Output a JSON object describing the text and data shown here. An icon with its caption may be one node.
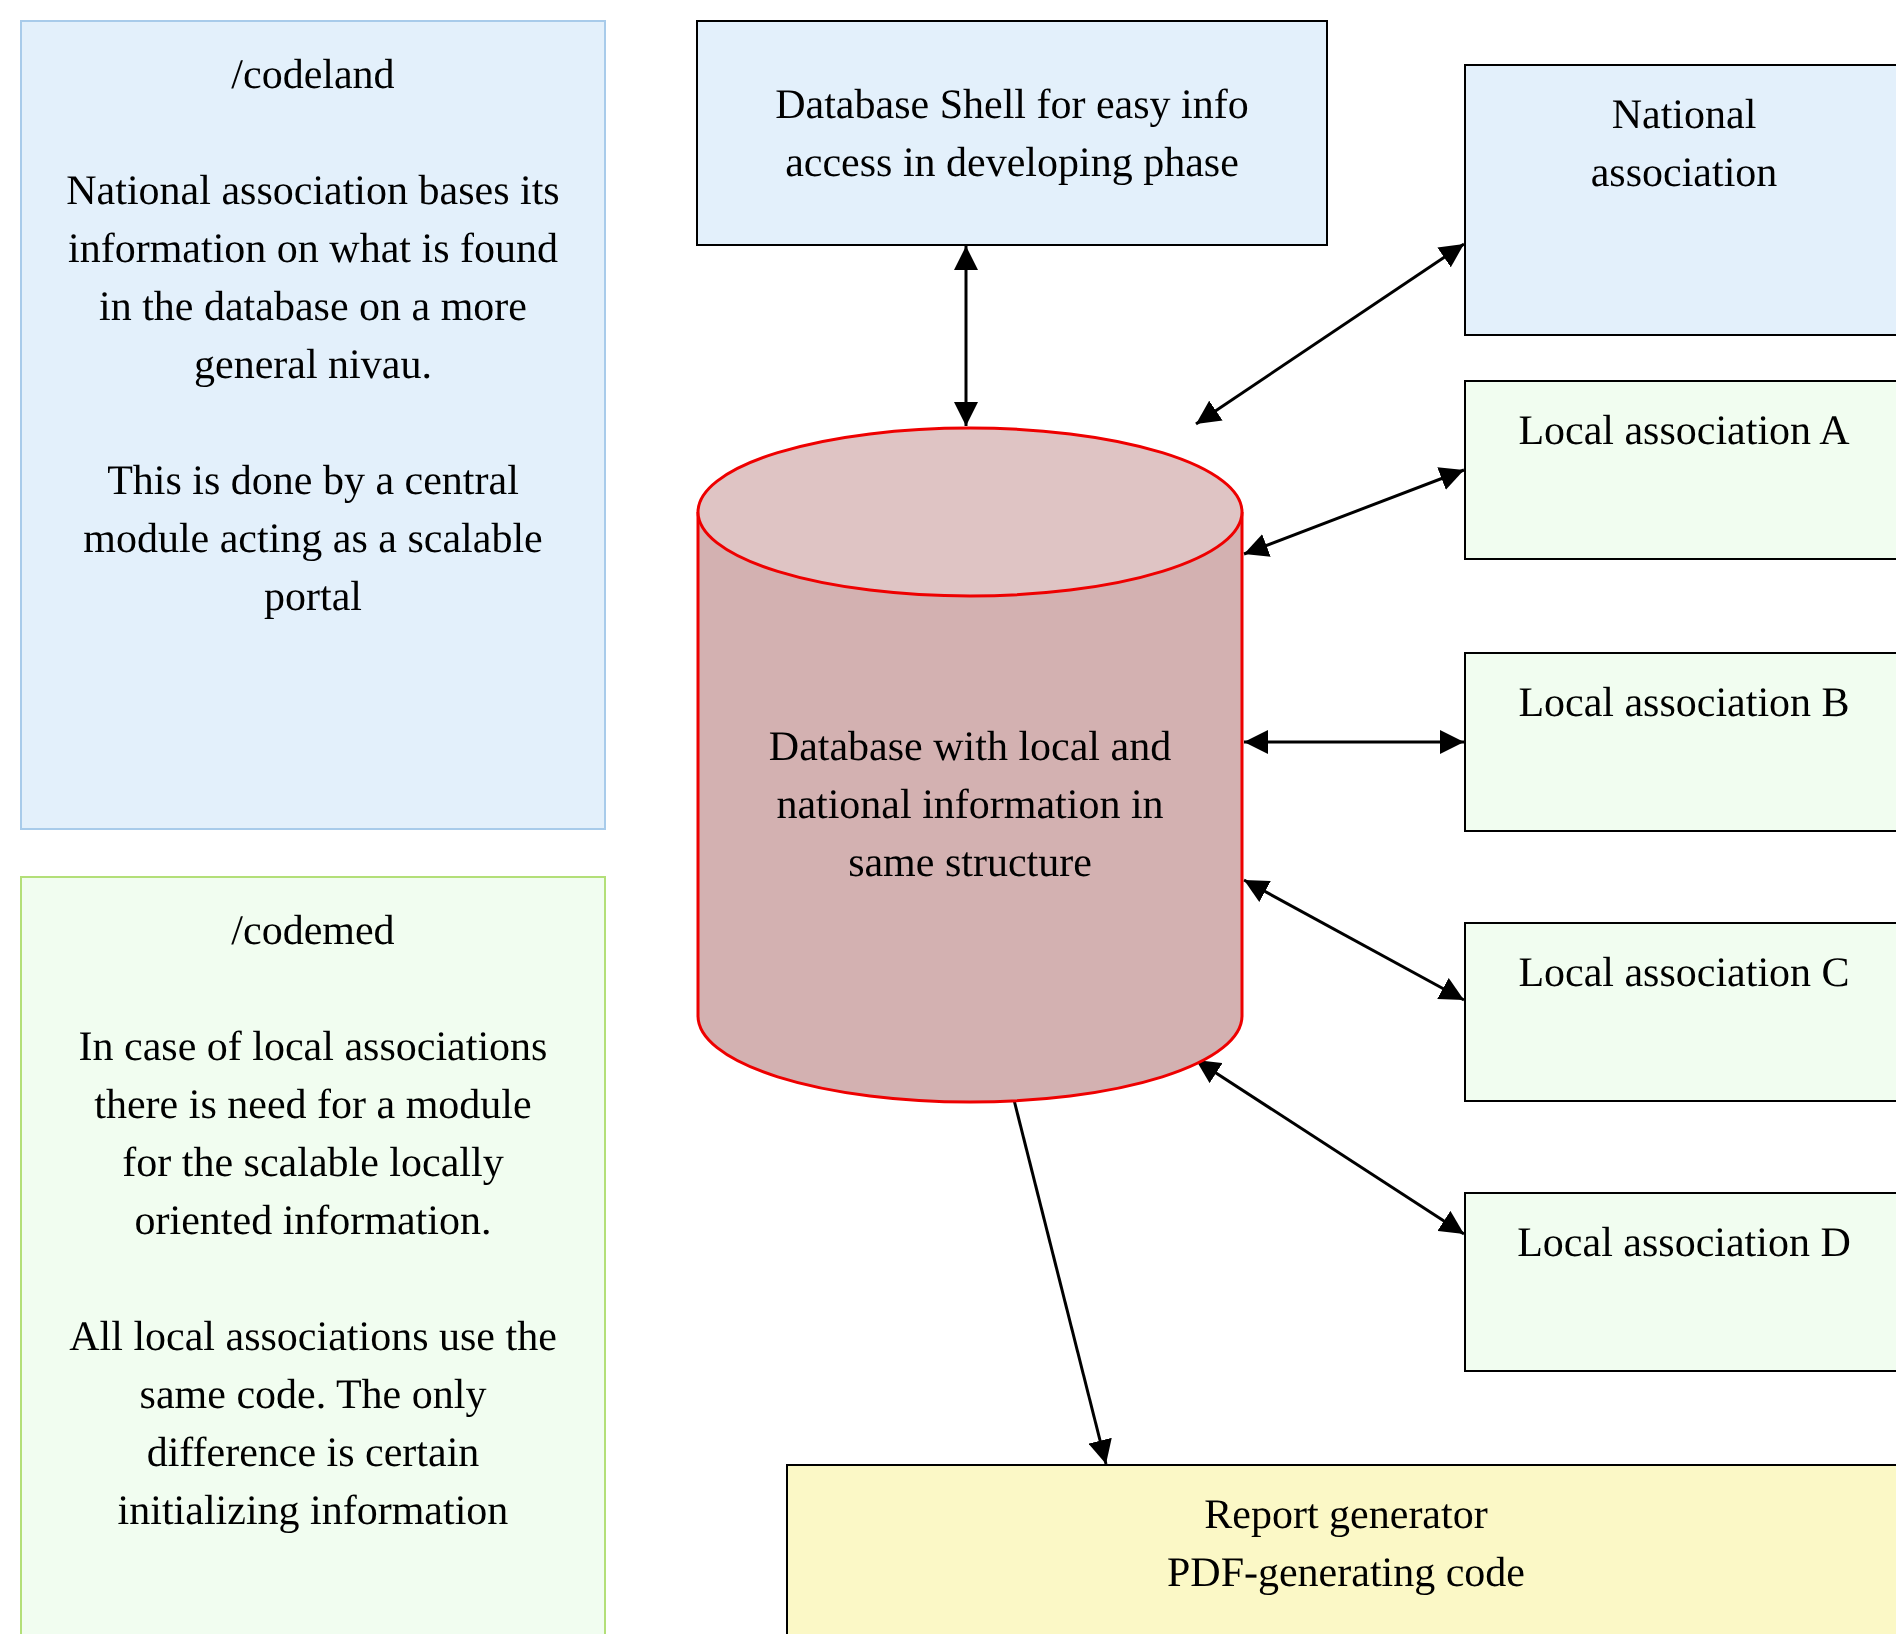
{
  "diagram": {
    "nodes": [
      {
        "text": [
          "/codeland",
          "National association bases its information on what is found in the database on a more general nivau.",
          "This is done by a central module acting as a scalable portal"
        ]
      },
      {
        "text": [
          "/codemed",
          "In case of  local associations there is need for a module for the scalable locally oriented information.",
          "All local associations use the same code. The only difference is certain initializing information"
        ]
      },
      {
        "text": [
          "Database Shell for easy info access in developing phase"
        ]
      },
      {
        "text": [
          "National association"
        ]
      },
      {
        "text": [
          "Database with local and national information in same structure"
        ]
      },
      {
        "text": [
          "Local association A"
        ]
      },
      {
        "text": [
          "Local association B"
        ]
      },
      {
        "text": [
          "Local association C"
        ]
      },
      {
        "text": [
          "Local association D"
        ]
      },
      {
        "text": [
          "Report generator",
          "PDF-generating code"
        ]
      }
    ],
    "edges": [
      {
        "from": 2,
        "to": 4,
        "arrow": "both"
      },
      {
        "from": 4,
        "to": 3,
        "arrow": "both"
      },
      {
        "from": 4,
        "to": 5,
        "arrow": "both"
      },
      {
        "from": 4,
        "to": 6,
        "arrow": "both"
      },
      {
        "from": 4,
        "to": 7,
        "arrow": "both"
      },
      {
        "from": 4,
        "to": 8,
        "arrow": "both"
      },
      {
        "from": 4,
        "to": 9,
        "arrow": "to"
      }
    ]
  }
}
